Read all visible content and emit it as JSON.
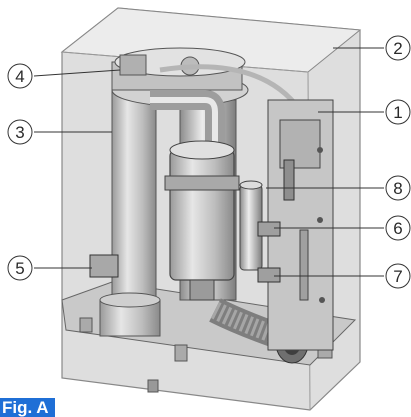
{
  "figure": {
    "label": "Fig. A"
  },
  "callouts": [
    {
      "number": "1",
      "target": "electronics-board"
    },
    {
      "number": "2",
      "target": "outer-housing"
    },
    {
      "number": "3",
      "target": "uv-chamber"
    },
    {
      "number": "4",
      "target": "top-cap"
    },
    {
      "number": "5",
      "target": "base-fitting"
    },
    {
      "number": "6",
      "target": "pipe-connector"
    },
    {
      "number": "7",
      "target": "lower-connector"
    },
    {
      "number": "8",
      "target": "filter-canister-side"
    }
  ],
  "colors": {
    "figure_label_bg": "#1f6fd6",
    "housing": "#d9d9d9",
    "component": "#b8b8b8",
    "outline": "#555555"
  }
}
